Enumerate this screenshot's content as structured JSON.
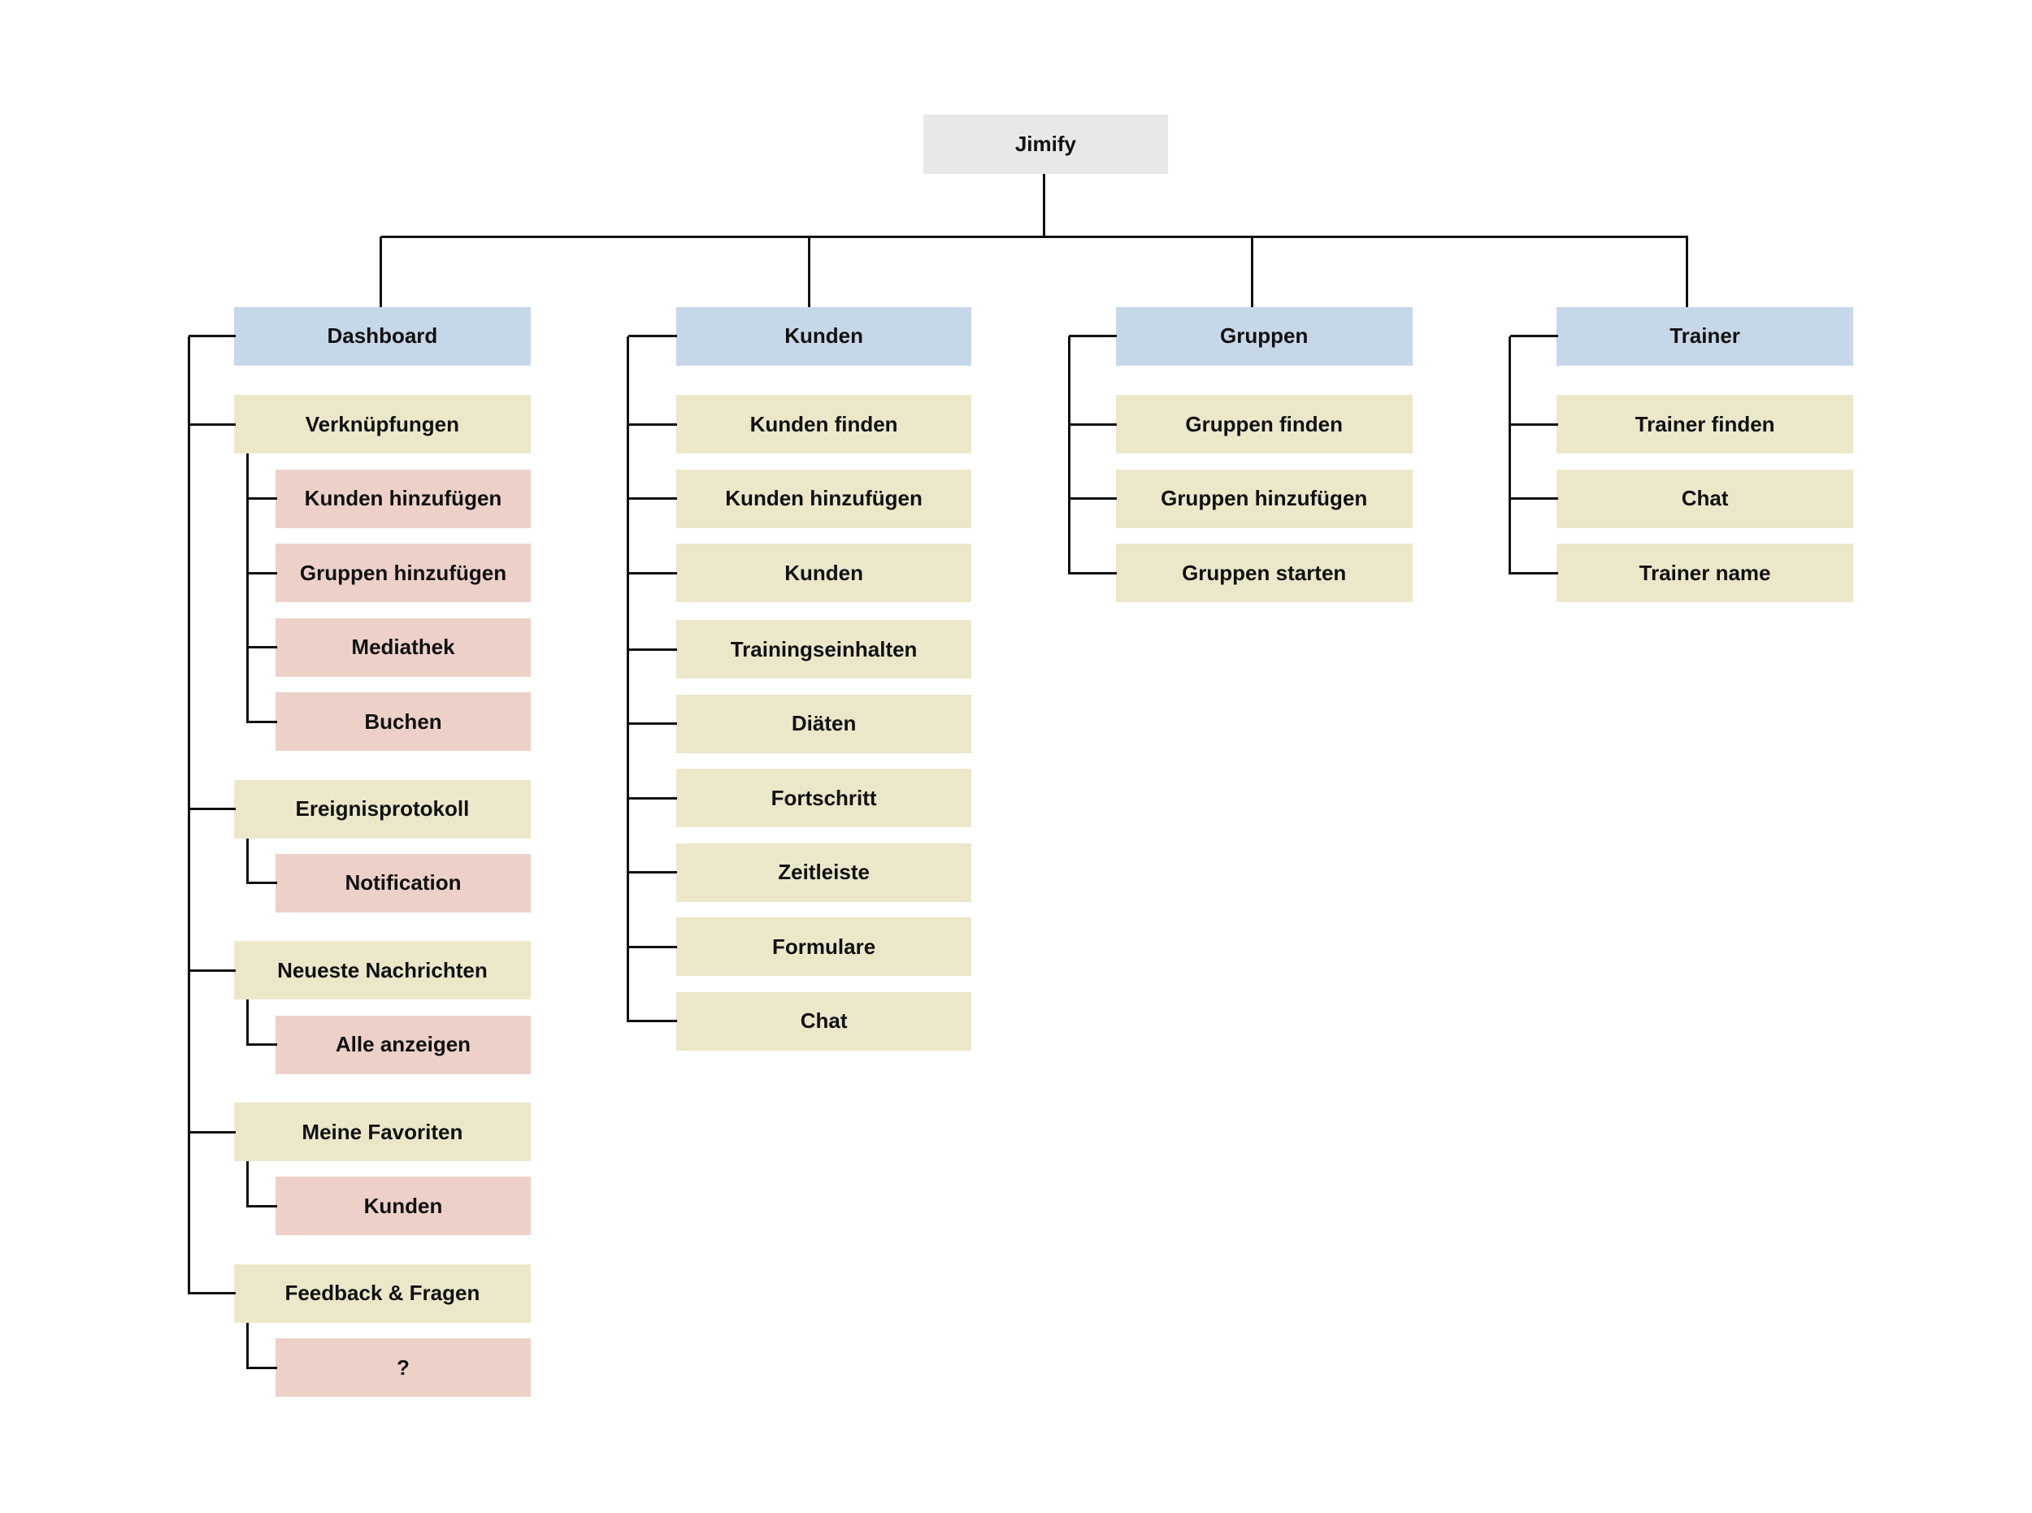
{
  "colors": {
    "root": "#e8e8e8",
    "section": "#c6d7e9",
    "page": "#ece7c9",
    "subpage": "#edd1c9",
    "line": "#111111"
  },
  "sitemap": {
    "root": {
      "label": "Jimify"
    },
    "columns": [
      {
        "id": "dashboard",
        "label": "Dashboard",
        "items": [
          {
            "label": "Verknüpfungen",
            "children": [
              "Kunden hinzufügen",
              "Gruppen hinzufügen",
              "Mediathek",
              "Buchen"
            ]
          },
          {
            "label": "Ereignisprotokoll",
            "children": [
              "Notification"
            ]
          },
          {
            "label": "Neueste Nachrichten",
            "children": [
              "Alle anzeigen"
            ]
          },
          {
            "label": "Meine Favoriten",
            "children": [
              "Kunden"
            ]
          },
          {
            "label": "Feedback & Fragen",
            "children": [
              "?"
            ]
          }
        ]
      },
      {
        "id": "kunden",
        "label": "Kunden",
        "items": [
          {
            "label": "Kunden finden",
            "children": []
          },
          {
            "label": "Kunden hinzufügen",
            "children": []
          },
          {
            "label": "Kunden",
            "children": []
          },
          {
            "label": "Trainingseinhalten",
            "children": []
          },
          {
            "label": "Diäten",
            "children": []
          },
          {
            "label": "Fortschritt",
            "children": []
          },
          {
            "label": "Zeitleiste",
            "children": []
          },
          {
            "label": "Formulare",
            "children": []
          },
          {
            "label": "Chat",
            "children": []
          }
        ]
      },
      {
        "id": "gruppen",
        "label": "Gruppen",
        "items": [
          {
            "label": "Gruppen finden",
            "children": []
          },
          {
            "label": "Gruppen hinzufügen",
            "children": []
          },
          {
            "label": "Gruppen starten",
            "children": []
          }
        ]
      },
      {
        "id": "trainer",
        "label": "Trainer",
        "items": [
          {
            "label": "Trainer finden",
            "children": []
          },
          {
            "label": "Chat",
            "children": []
          },
          {
            "label": "Trainer name",
            "children": []
          }
        ]
      }
    ]
  }
}
